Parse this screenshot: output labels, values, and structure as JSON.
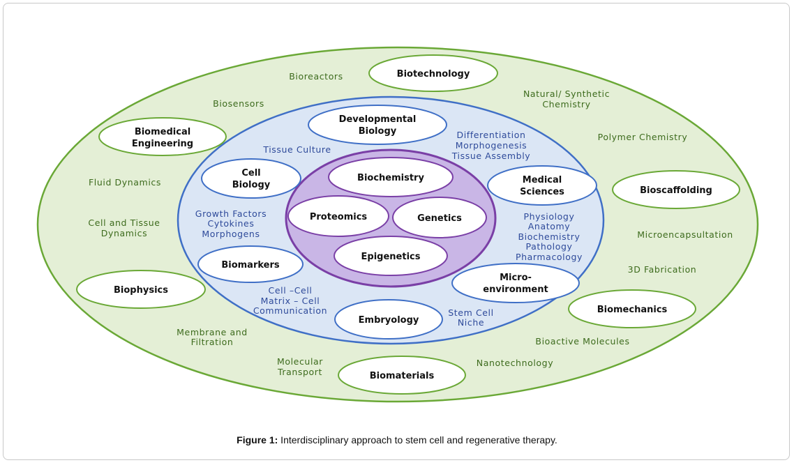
{
  "diagram": {
    "outer_topics": {
      "biotechnology": "Biotechnology",
      "biomedical_engineering": [
        "Biomedical",
        "Engineering"
      ],
      "bioscaffolding": "Bioscaffolding",
      "biophysics": "Biophysics",
      "biomechanics": "Biomechanics",
      "biomaterials": "Biomaterials"
    },
    "outer_terms": {
      "bioreactors": "Bioreactors",
      "biosensors": "Biosensors",
      "natural_synthetic": [
        "Natural/ Synthetic",
        "Chemistry"
      ],
      "polymer_chemistry": "Polymer Chemistry",
      "fluid_dynamics": "Fluid Dynamics",
      "cell_tissue_dynamics": [
        "Cell and Tissue",
        "Dynamics"
      ],
      "microencapsulation": "Microencapsultation",
      "fabrication_3d": "3D Fabrication",
      "membrane_filtration": [
        "Membrane and",
        "Filtration"
      ],
      "bioactive_molecules": "Bioactive Molecules",
      "molecular_transport": [
        "Molecular",
        "Transport"
      ],
      "nanotechnology": "Nanotechnology"
    },
    "middle_topics": {
      "developmental_biology": [
        "Developmental",
        "Biology"
      ],
      "cell_biology": [
        "Cell",
        "Biology"
      ],
      "medical_sciences": [
        "Medical",
        "Sciences"
      ],
      "biomarkers": "Biomarkers",
      "microenvironment": [
        "Micro-",
        "environment"
      ],
      "embryology": "Embryology"
    },
    "middle_terms": {
      "tissue_culture": "Tissue Culture",
      "differentiation_group": [
        "Differentiation",
        "Morphogenesis",
        "Tissue Assembly"
      ],
      "growth_factors_group": [
        "Growth Factors",
        "Cytokines",
        "Morphogens"
      ],
      "physiology_group": [
        "Physiology",
        "Anatomy",
        "Biochemistry",
        "Pathology",
        "Pharmacology"
      ],
      "cell_communication": [
        "Cell –Cell",
        "Matrix – Cell",
        "Communication"
      ],
      "stem_cell_niche": [
        "Stem Cell",
        "Niche"
      ]
    },
    "core_topics": {
      "biochemistry": "Biochemistry",
      "proteomics": "Proteomics",
      "genetics": "Genetics",
      "epigenetics": "Epigenetics"
    },
    "colors": {
      "outer_fill": "#e4efd6",
      "outer_stroke": "#6aa836",
      "middle_fill": "#dbe6f5",
      "middle_stroke": "#3f6fc6",
      "core_fill": "#c9b6e6",
      "core_stroke": "#7a3fa6",
      "outer_text": "#3d6b1d",
      "middle_text": "#2e4a9a"
    }
  },
  "caption": {
    "label": "Figure 1:",
    "text": " Interdisciplinary approach to stem cell and regenerative therapy."
  }
}
